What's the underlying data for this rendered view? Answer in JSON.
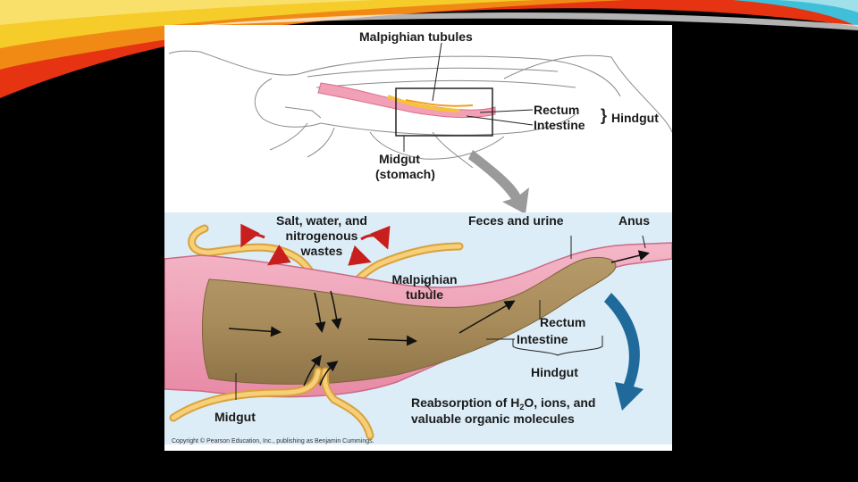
{
  "slide": {
    "accent_colors": [
      "#e63312",
      "#f39a12",
      "#f6d12a",
      "#3fc0d8",
      "#2f8fb0"
    ],
    "background": "#000000"
  },
  "figure": {
    "top_panel": {
      "malpighian_tubules": "Malpighian tubules",
      "rectum": "Rectum",
      "intestine": "Intestine",
      "hindgut": "Hindgut",
      "midgut": "Midgut",
      "stomach": "(stomach)"
    },
    "bottom_panel": {
      "salt_water_line1": "Salt, water, and",
      "salt_water_line2": "nitrogenous",
      "salt_water_line3": "wastes",
      "feces_urine": "Feces and urine",
      "anus": "Anus",
      "malpighian_line1": "Malpighian",
      "malpighian_line2": "tubule",
      "rectum": "Rectum",
      "intestine": "Intestine",
      "hindgut": "Hindgut",
      "reabsorption_pre": "Reabsorption of H",
      "reabsorption_sub": "2",
      "reabsorption_post": "O, ions, and",
      "reabsorption_line2": "valuable organic molecules",
      "midgut": "Midgut"
    },
    "copyright": "Copyright © Pearson Education, Inc., publishing as Benjamin Cummings."
  }
}
